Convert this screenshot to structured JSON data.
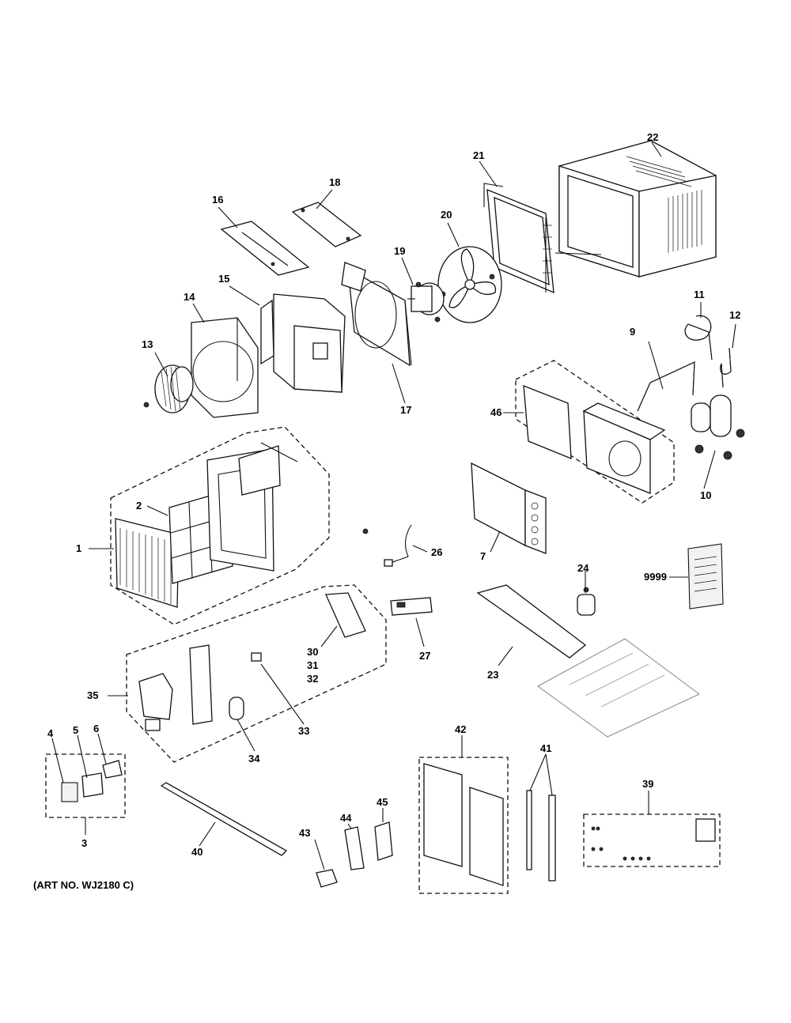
{
  "art_number": "(ART NO. WJ2180 C)",
  "callouts": {
    "p1": "1",
    "p2": "2",
    "p3": "3",
    "p4": "4",
    "p5": "5",
    "p6": "6",
    "p7": "7",
    "p9": "9",
    "p10": "10",
    "p11": "11",
    "p12": "12",
    "p13": "13",
    "p14": "14",
    "p15": "15",
    "p16": "16",
    "p17": "17",
    "p18": "18",
    "p19": "19",
    "p20": "20",
    "p21": "21",
    "p22": "22",
    "p23": "23",
    "p24": "24",
    "p26": "26",
    "p27": "27",
    "p30": "30",
    "p31": "31",
    "p32": "32",
    "p33": "33",
    "p34": "34",
    "p35": "35",
    "p39": "39",
    "p40": "40",
    "p41": "41",
    "p42": "42",
    "p43": "43",
    "p44": "44",
    "p45": "45",
    "p46": "46",
    "p9999": "9999"
  }
}
